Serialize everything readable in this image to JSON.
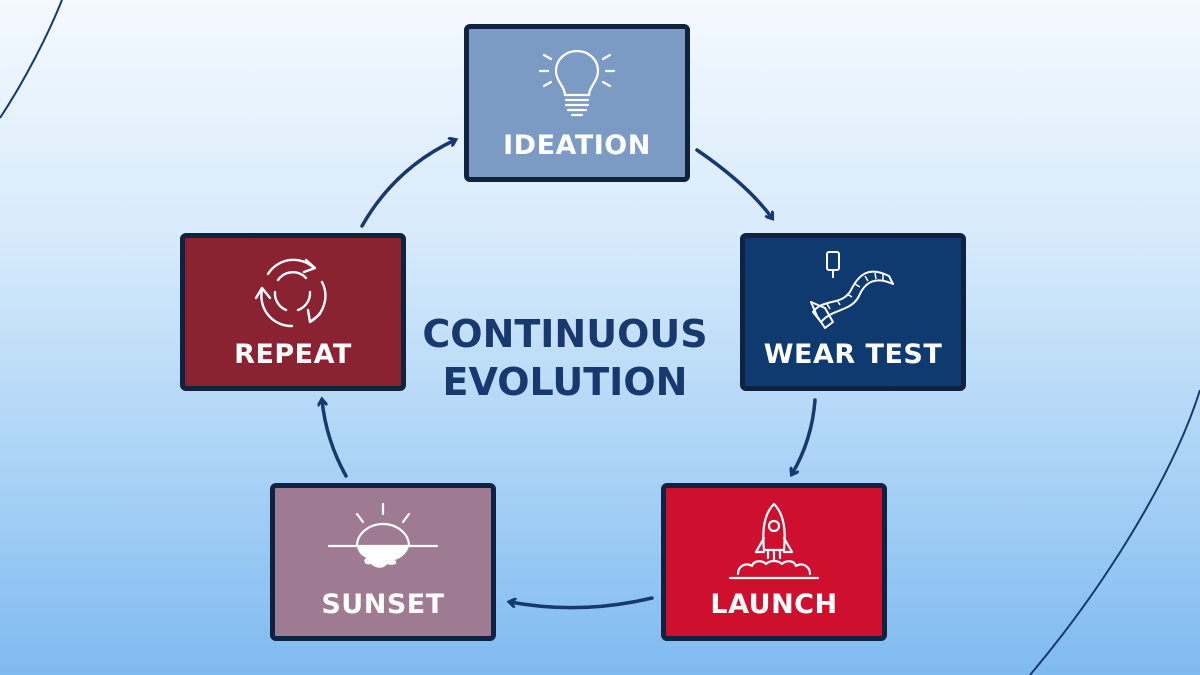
{
  "title": {
    "line1": "CONTINUOUS",
    "line2": "EVOLUTION"
  },
  "stages": {
    "ideation": {
      "label": "IDEATION",
      "icon": "lightbulb-icon",
      "color": "#7b9bc5"
    },
    "wear_test": {
      "label": "WEAR TEST",
      "icon": "measuring-tape-icon",
      "color": "#0f3a70"
    },
    "launch": {
      "label": "LAUNCH",
      "icon": "rocket-icon",
      "color": "#cf0f2e"
    },
    "sunset": {
      "label": "SUNSET",
      "icon": "sunset-icon",
      "color": "#9e7b92"
    },
    "repeat": {
      "label": "REPEAT",
      "icon": "cycle-arrows-icon",
      "color": "#8a2231"
    }
  },
  "colors": {
    "border": "#0f2240",
    "arrow": "#17396e",
    "title": "#17396e"
  }
}
